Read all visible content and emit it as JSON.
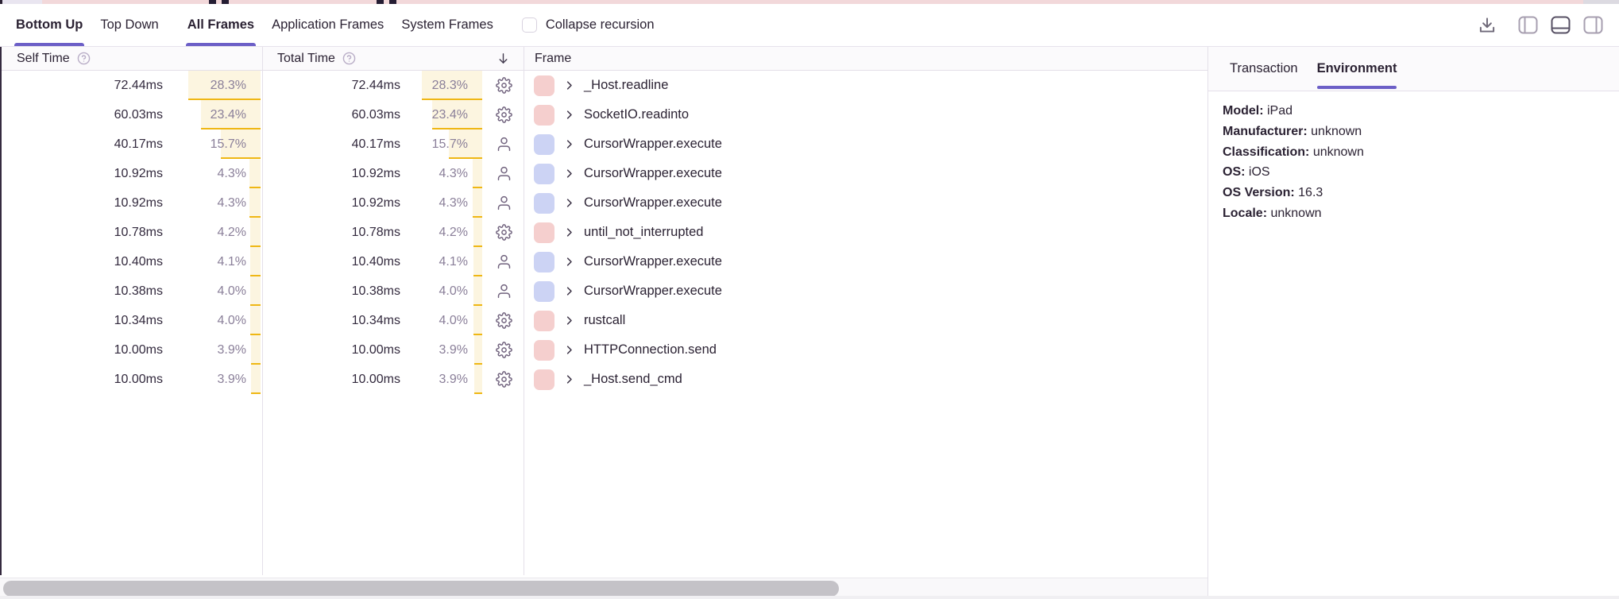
{
  "toolbar": {
    "view_tabs": [
      {
        "label": "Bottom Up",
        "active": true
      },
      {
        "label": "Top Down",
        "active": false
      }
    ],
    "frame_tabs": [
      {
        "label": "All Frames",
        "active": true
      },
      {
        "label": "Application Frames",
        "active": false
      },
      {
        "label": "System Frames",
        "active": false
      }
    ],
    "collapse_recursion": {
      "label": "Collapse recursion",
      "checked": false
    },
    "icons": [
      "download-icon",
      "layout-left-panel-icon",
      "layout-bottom-panel-icon",
      "layout-right-panel-icon"
    ],
    "active_layout": "layout-bottom-panel-icon"
  },
  "table": {
    "headers": {
      "self_time": "Self Time",
      "total_time": "Total Time",
      "frame": "Frame"
    },
    "sort": {
      "column": "total_time",
      "direction": "desc",
      "indicator": "down-arrow-icon"
    },
    "rows": [
      {
        "self_time": "72.44ms",
        "self_pct": "28.3%",
        "self_pct_num": 28.3,
        "total_time": "72.44ms",
        "total_pct": "28.3%",
        "total_pct_num": 28.3,
        "frame": "_Host.readline",
        "frame_type": "system"
      },
      {
        "self_time": "60.03ms",
        "self_pct": "23.4%",
        "self_pct_num": 23.4,
        "total_time": "60.03ms",
        "total_pct": "23.4%",
        "total_pct_num": 23.4,
        "frame": "SocketIO.readinto",
        "frame_type": "system"
      },
      {
        "self_time": "40.17ms",
        "self_pct": "15.7%",
        "self_pct_num": 15.7,
        "total_time": "40.17ms",
        "total_pct": "15.7%",
        "total_pct_num": 15.7,
        "frame": "CursorWrapper.execute",
        "frame_type": "application"
      },
      {
        "self_time": "10.92ms",
        "self_pct": "4.3%",
        "self_pct_num": 4.3,
        "total_time": "10.92ms",
        "total_pct": "4.3%",
        "total_pct_num": 4.3,
        "frame": "CursorWrapper.execute",
        "frame_type": "application"
      },
      {
        "self_time": "10.92ms",
        "self_pct": "4.3%",
        "self_pct_num": 4.3,
        "total_time": "10.92ms",
        "total_pct": "4.3%",
        "total_pct_num": 4.3,
        "frame": "CursorWrapper.execute",
        "frame_type": "application"
      },
      {
        "self_time": "10.78ms",
        "self_pct": "4.2%",
        "self_pct_num": 4.2,
        "total_time": "10.78ms",
        "total_pct": "4.2%",
        "total_pct_num": 4.2,
        "frame": "until_not_interrupted",
        "frame_type": "system"
      },
      {
        "self_time": "10.40ms",
        "self_pct": "4.1%",
        "self_pct_num": 4.1,
        "total_time": "10.40ms",
        "total_pct": "4.1%",
        "total_pct_num": 4.1,
        "frame": "CursorWrapper.execute",
        "frame_type": "application"
      },
      {
        "self_time": "10.38ms",
        "self_pct": "4.0%",
        "self_pct_num": 4.0,
        "total_time": "10.38ms",
        "total_pct": "4.0%",
        "total_pct_num": 4.0,
        "frame": "CursorWrapper.execute",
        "frame_type": "application"
      },
      {
        "self_time": "10.34ms",
        "self_pct": "4.0%",
        "self_pct_num": 4.0,
        "total_time": "10.34ms",
        "total_pct": "4.0%",
        "total_pct_num": 4.0,
        "frame": "rustcall",
        "frame_type": "system"
      },
      {
        "self_time": "10.00ms",
        "self_pct": "3.9%",
        "self_pct_num": 3.9,
        "total_time": "10.00ms",
        "total_pct": "3.9%",
        "total_pct_num": 3.9,
        "frame": "HTTPConnection.send",
        "frame_type": "system"
      },
      {
        "self_time": "10.00ms",
        "self_pct": "3.9%",
        "self_pct_num": 3.9,
        "total_time": "10.00ms",
        "total_pct": "3.9%",
        "total_pct_num": 3.9,
        "frame": "_Host.send_cmd",
        "frame_type": "system"
      }
    ],
    "frame_type_icons": {
      "system": "gear-icon",
      "application": "person-icon"
    }
  },
  "details_panel": {
    "tabs": [
      {
        "label": "Transaction",
        "active": false
      },
      {
        "label": "Environment",
        "active": true
      }
    ],
    "environment": [
      {
        "label": "Model:",
        "value": "iPad"
      },
      {
        "label": "Manufacturer:",
        "value": "unknown"
      },
      {
        "label": "Classification:",
        "value": "unknown"
      },
      {
        "label": "OS:",
        "value": "iOS"
      },
      {
        "label": "OS Version:",
        "value": "16.3"
      },
      {
        "label": "Locale:",
        "value": "unknown"
      }
    ]
  },
  "colors": {
    "accent": "#6c5fc7",
    "system_frame_swatch": "#f5cfce",
    "application_frame_swatch": "#ccd3f4",
    "pct_bar_fill": "#fcf5e0",
    "pct_bar_edge": "#efb714",
    "minimap_pink": "#f2d8da"
  }
}
